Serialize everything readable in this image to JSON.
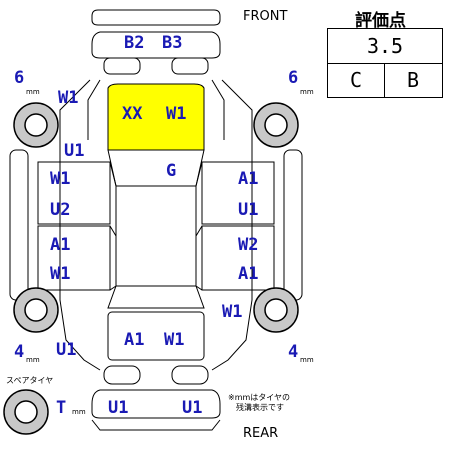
{
  "header": {
    "front": "FRONT",
    "rear": "REAR"
  },
  "score": {
    "title": "評価点",
    "overall": "3.5",
    "interior": "C",
    "exterior": "B"
  },
  "tread_unit": "mm",
  "tires": {
    "front_left": "6",
    "front_right": "6",
    "rear_left": "4",
    "rear_right": "4",
    "spare_label": "スペアタイヤ",
    "spare": "T"
  },
  "note": [
    "※mmはタイヤの",
    "残溝表示です"
  ],
  "panels": {
    "rear_glass_b2": "B2",
    "rear_glass_b3": "B3",
    "hood_1": "XX",
    "hood_2": "W1",
    "front_left_fender": "W1",
    "front_left_corner": "U1",
    "roof": "G",
    "left_front_door_1": "W1",
    "left_front_door_2": "U2",
    "left_rear_door_1": "A1",
    "left_rear_door_2": "W1",
    "right_front_door_1": "A1",
    "right_front_door_2": "U1",
    "right_rear_door_1": "W2",
    "right_rear_door_2": "A1",
    "right_rear_quarter": "W1",
    "rear_left_corner": "U1",
    "trunk_1": "A1",
    "trunk_2": "W1",
    "rear_bumper_left": "U1",
    "rear_bumper_right": "U1"
  },
  "colors": {
    "damage_text": "#1a1ab4",
    "hood_highlight": "#ffff00",
    "outline": "#000000"
  }
}
